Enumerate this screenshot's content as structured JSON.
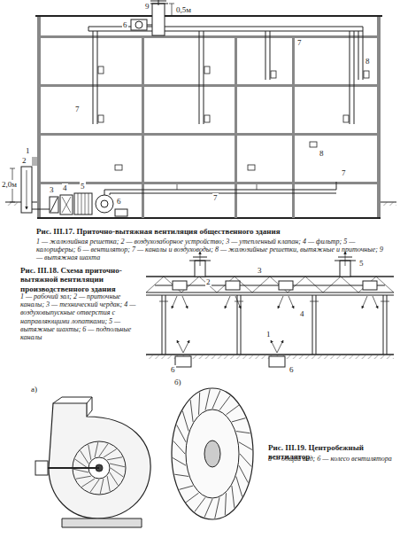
{
  "diagram": {
    "labels": [
      "9",
      "0,5м",
      "6",
      "7",
      "8",
      "7",
      "8",
      "1",
      "2,0м",
      "2",
      "3",
      "4",
      "5",
      "6",
      "7",
      "7",
      "Рис. III.17. Приточно-вытяжная вентиляция общественного здания",
      "1 — жалюзийная решетка; 2 — воздухозаборное устройство; 3 — утепленный клапан; 4 — фильтр; 5 — калориферы; 6 — вентилятор; 7 — каналы и воздуховоды; 8 — жалюзийные решетки, вытяжные и приточные; 9 — вытяжная шахта",
      "Рис. III.18. Схема приточно-вытяжной вентиляции производственного здания",
      "1 — рабочий зал; 2 — приточные каналы; 3 — технический чердак; 4 — воздуховыпускные отверстия с направляющими лопатками; 5 — вытяжные шахты; 6 — подпольные каналы",
      "1",
      "2",
      "3",
      "4",
      "5",
      "6",
      "6",
      "а)",
      "б)",
      "Рис. III.19. Центробежный вентилятор",
      "а — общий вид; б — колесо вентилятора"
    ]
  }
}
